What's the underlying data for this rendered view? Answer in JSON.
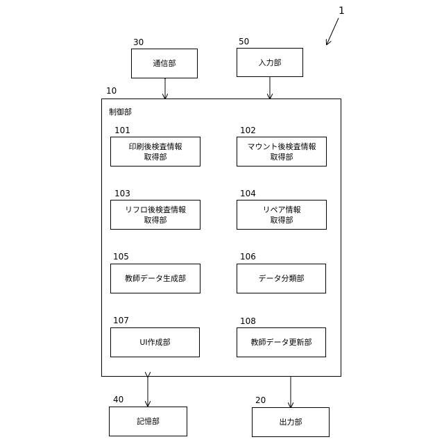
{
  "figure_label": "1",
  "external": {
    "comm": {
      "num": "30",
      "label": "通信部"
    },
    "input": {
      "num": "50",
      "label": "入力部"
    },
    "memory": {
      "num": "40",
      "label": "記憶部"
    },
    "output": {
      "num": "20",
      "label": "出力部"
    }
  },
  "control": {
    "num": "10",
    "label": "制御部"
  },
  "modules": [
    {
      "num": "101",
      "label": "印刷後検査情報\n取得部"
    },
    {
      "num": "102",
      "label": "マウント後検査情報\n取得部"
    },
    {
      "num": "103",
      "label": "リフロ後検査情報\n取得部"
    },
    {
      "num": "104",
      "label": "リペア情報\n取得部"
    },
    {
      "num": "105",
      "label": "教師データ生成部"
    },
    {
      "num": "106",
      "label": "データ分類部"
    },
    {
      "num": "107",
      "label": "UI作成部"
    },
    {
      "num": "108",
      "label": "教師データ更新部"
    }
  ]
}
